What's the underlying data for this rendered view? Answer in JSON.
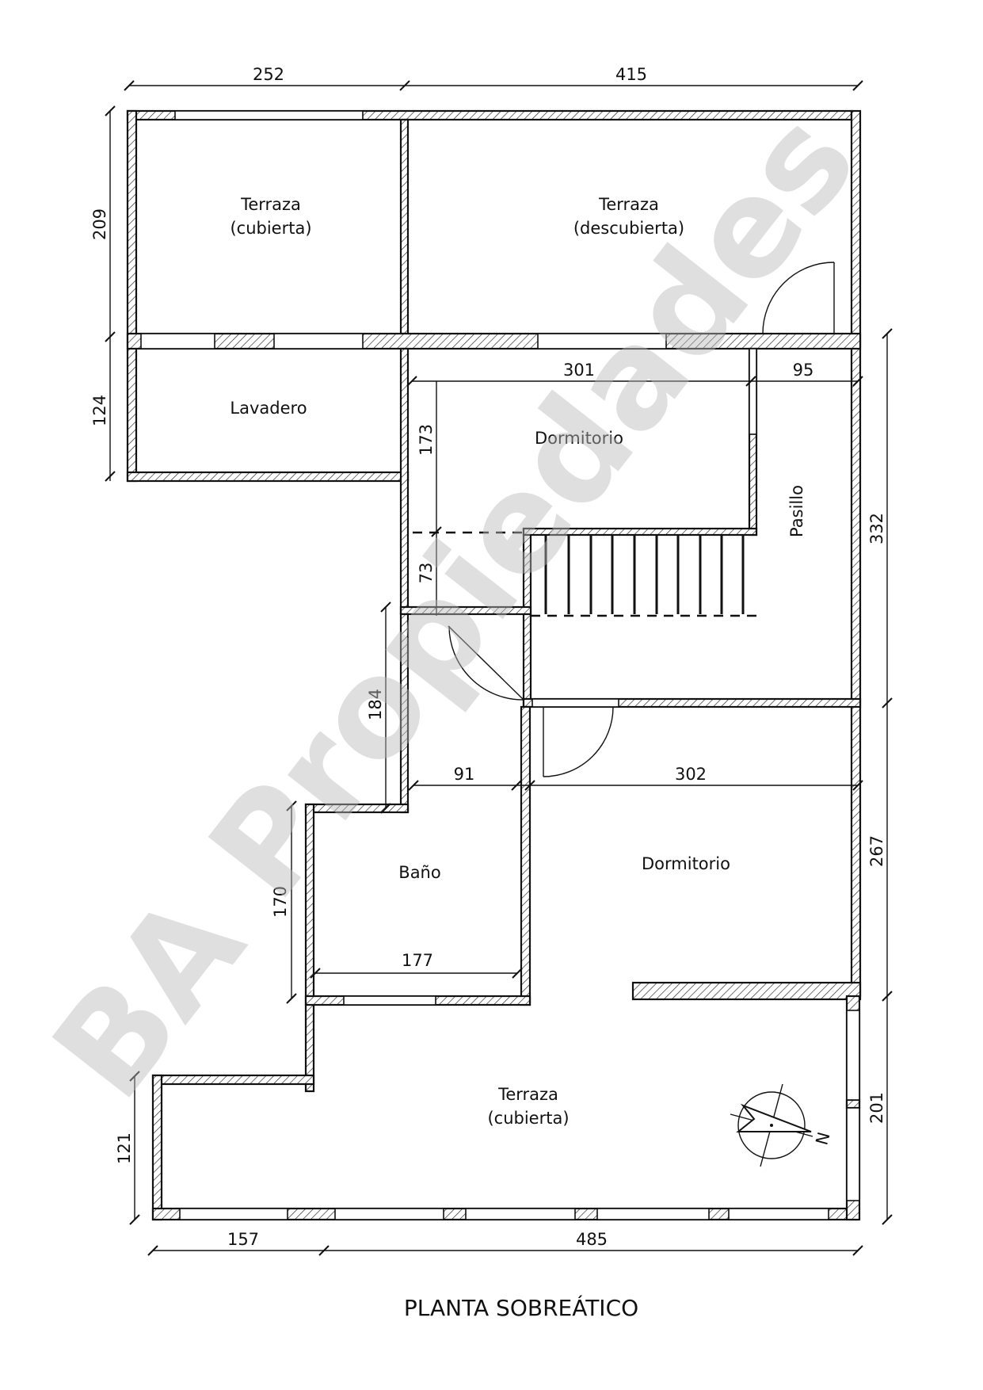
{
  "title": "PLANTA SOBREÁTICO",
  "watermark": "BA Propiedades",
  "rooms": {
    "terraza_cubierta_top": [
      "Terraza",
      "(cubierta)"
    ],
    "terraza_descubierta": [
      "Terraza",
      "(descubierta)"
    ],
    "lavadero": "Lavadero",
    "dormitorio_upper": "Dormitorio",
    "pasillo": "Pasillo",
    "bano": "Baño",
    "dormitorio_lower": "Dormitorio",
    "terraza_cubierta_bottom": [
      "Terraza",
      "(cubierta)"
    ]
  },
  "dimensions": {
    "top_left": "252",
    "top_right": "415",
    "left_upper": "209",
    "left_lavadero": "124",
    "dorm_width": "301",
    "pasillo_width": "95",
    "dorm_depth": "173",
    "stair_depth": "73",
    "right_upper": "332",
    "hall_height": "184",
    "bano_door_width": "91",
    "dorm_lower_width": "302",
    "bano_height": "170",
    "right_middle": "267",
    "bano_width": "177",
    "bottom_left_height": "121",
    "right_lower": "201",
    "bottom_left": "157",
    "bottom_right": "485"
  },
  "compass": {
    "label": "N",
    "icon": "north-arrow-icon"
  },
  "colors": {
    "line": "#111111",
    "watermark": "#b9b9b9",
    "background": "#ffffff"
  }
}
